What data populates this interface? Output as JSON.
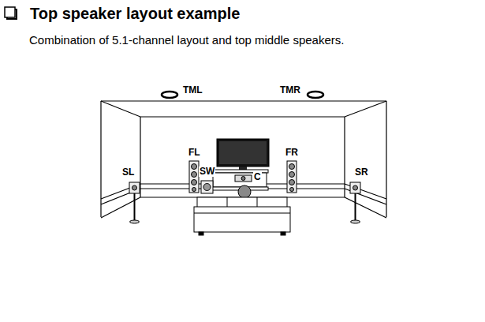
{
  "diagram": {
    "title": "Top speaker layout example",
    "caption": "Combination of 5.1-channel layout and top middle speakers.",
    "labels": [
      "TML",
      "TMR",
      "FL",
      "FR",
      "SL",
      "SW",
      "C",
      "SR"
    ]
  }
}
